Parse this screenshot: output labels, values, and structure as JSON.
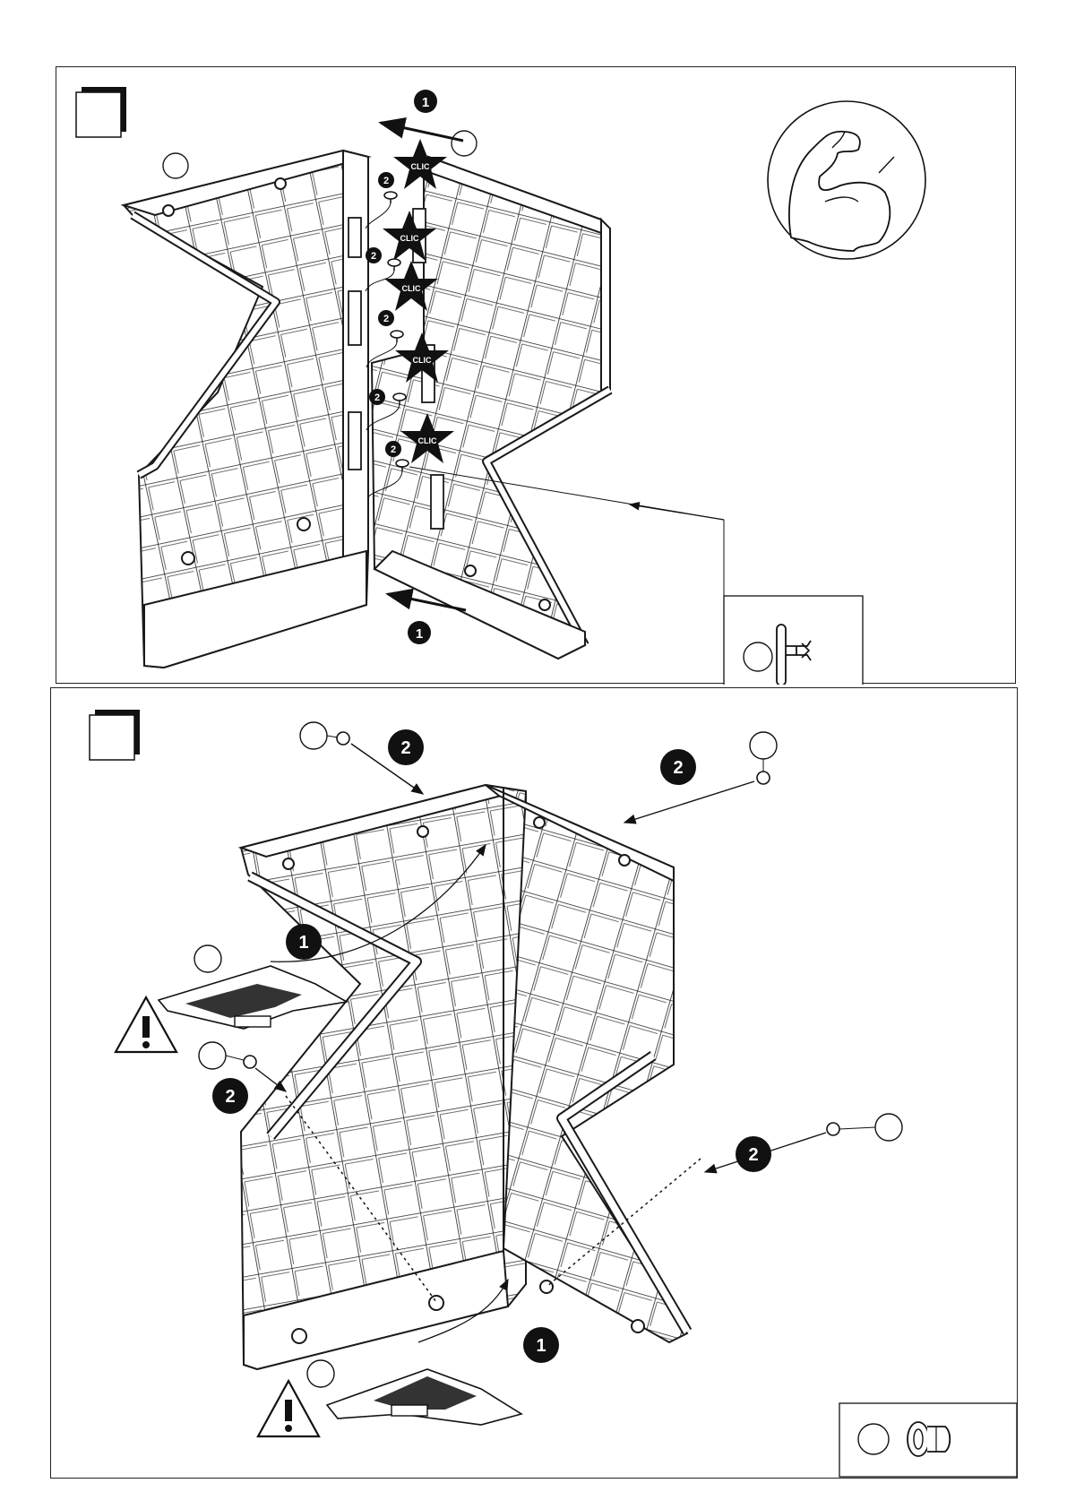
{
  "panels": [
    {
      "id": "step-a",
      "step_number": "",
      "badge_labels": {
        "one": "1",
        "two": "2"
      },
      "clic_label": "CLIC",
      "clic_count": 5,
      "icons": [
        "flexed-arm-icon",
        "push-pin-clip-icon"
      ]
    },
    {
      "id": "step-b",
      "step_number": "",
      "badge_labels": {
        "one": "1",
        "two": "2"
      },
      "icons": [
        "warning-triangle-icon",
        "cap-screw-icon"
      ]
    }
  ],
  "colors": {
    "line": "#1a1a1a",
    "fill": "#ffffff",
    "badge": "#111111"
  }
}
